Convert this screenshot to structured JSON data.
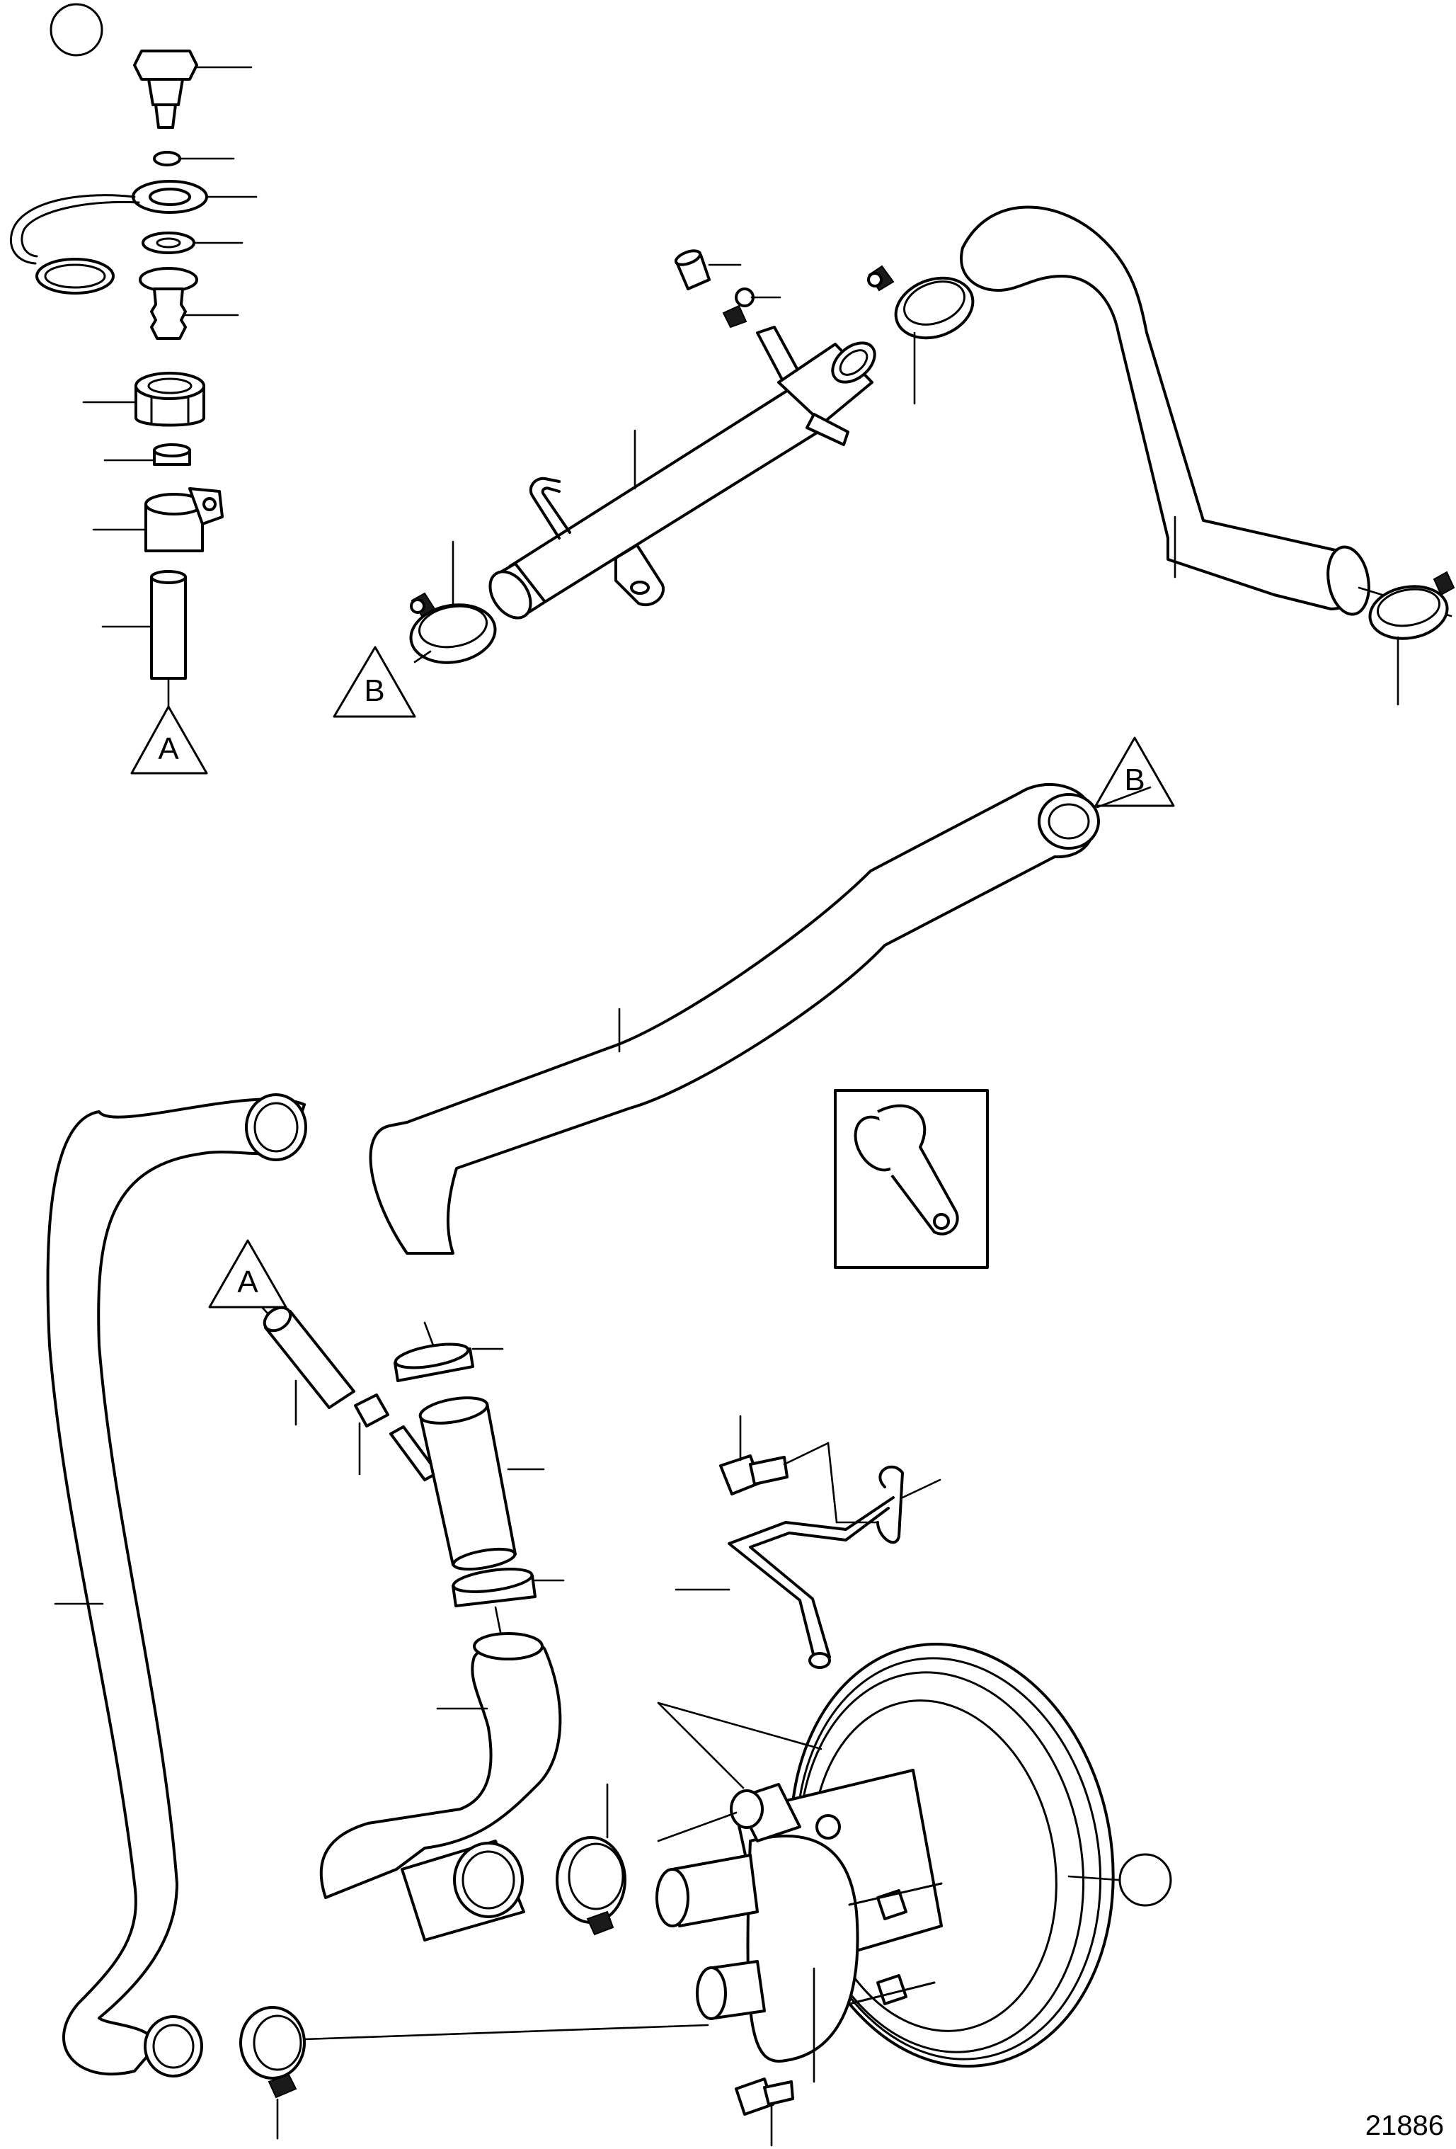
{
  "refs": {
    "a": "A",
    "b": "B"
  },
  "drawing_number": "21886"
}
